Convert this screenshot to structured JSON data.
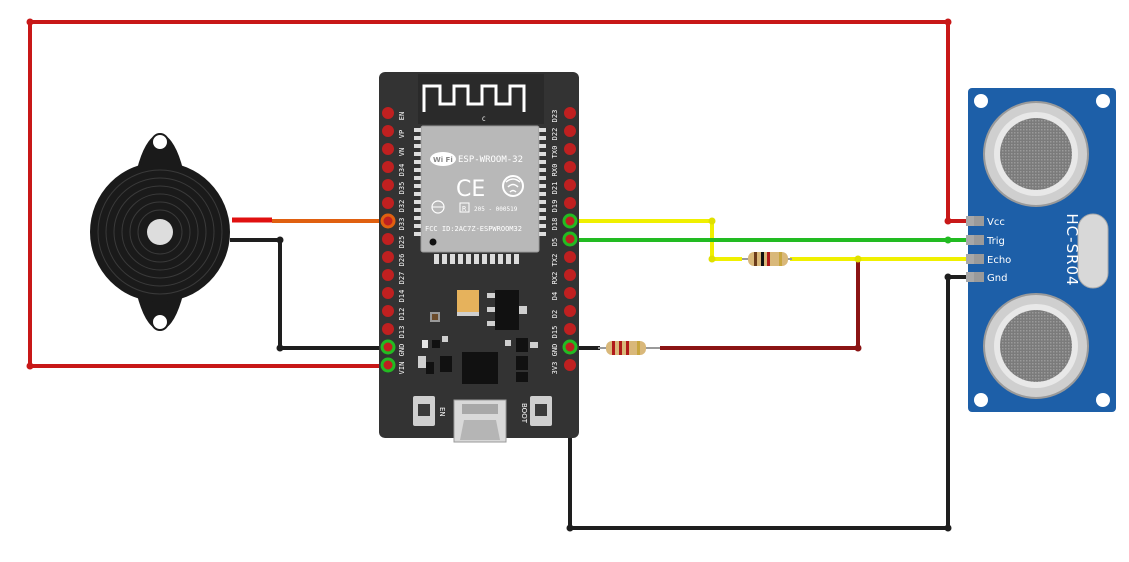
{
  "board": {
    "chip_label": "ESP-WROOM-32",
    "fcc_id": "FCC ID:2AC7Z-ESPWROOM32",
    "cert_code": "205 - 000519",
    "cert_r": "R",
    "wifi_badge": "Wi Fi",
    "ce_mark": "CE",
    "antenna_c": "C",
    "button_en": "EN",
    "button_boot": "BOOT",
    "left_pins": [
      "EN",
      "VP",
      "VN",
      "D34",
      "D35",
      "D32",
      "D33",
      "D25",
      "D26",
      "D27",
      "D14",
      "D12",
      "D13",
      "GND",
      "VIN"
    ],
    "right_pins": [
      "D23",
      "D22",
      "TX0",
      "RX0",
      "D21",
      "D19",
      "D18",
      "D5",
      "TX2",
      "RX2",
      "D4",
      "D2",
      "D15",
      "GND",
      "3V3"
    ]
  },
  "sensor": {
    "model": "HC-SR04",
    "pins": [
      "Vcc",
      "Trig",
      "Echo",
      "Gnd"
    ]
  },
  "colors": {
    "wire_red": "#c81818",
    "wire_black": "#1e1e1e",
    "wire_yellow": "#f0f000",
    "wire_green": "#22bb22",
    "wire_orange": "#e06010",
    "board_bg": "#333333",
    "module_bg": "#1d5fa8"
  },
  "icons": {
    "buzzer": "piezo-buzzer-icon",
    "resistor": "resistor-icon",
    "wifi": "wifi-icon",
    "usb": "micro-usb-port-icon"
  }
}
